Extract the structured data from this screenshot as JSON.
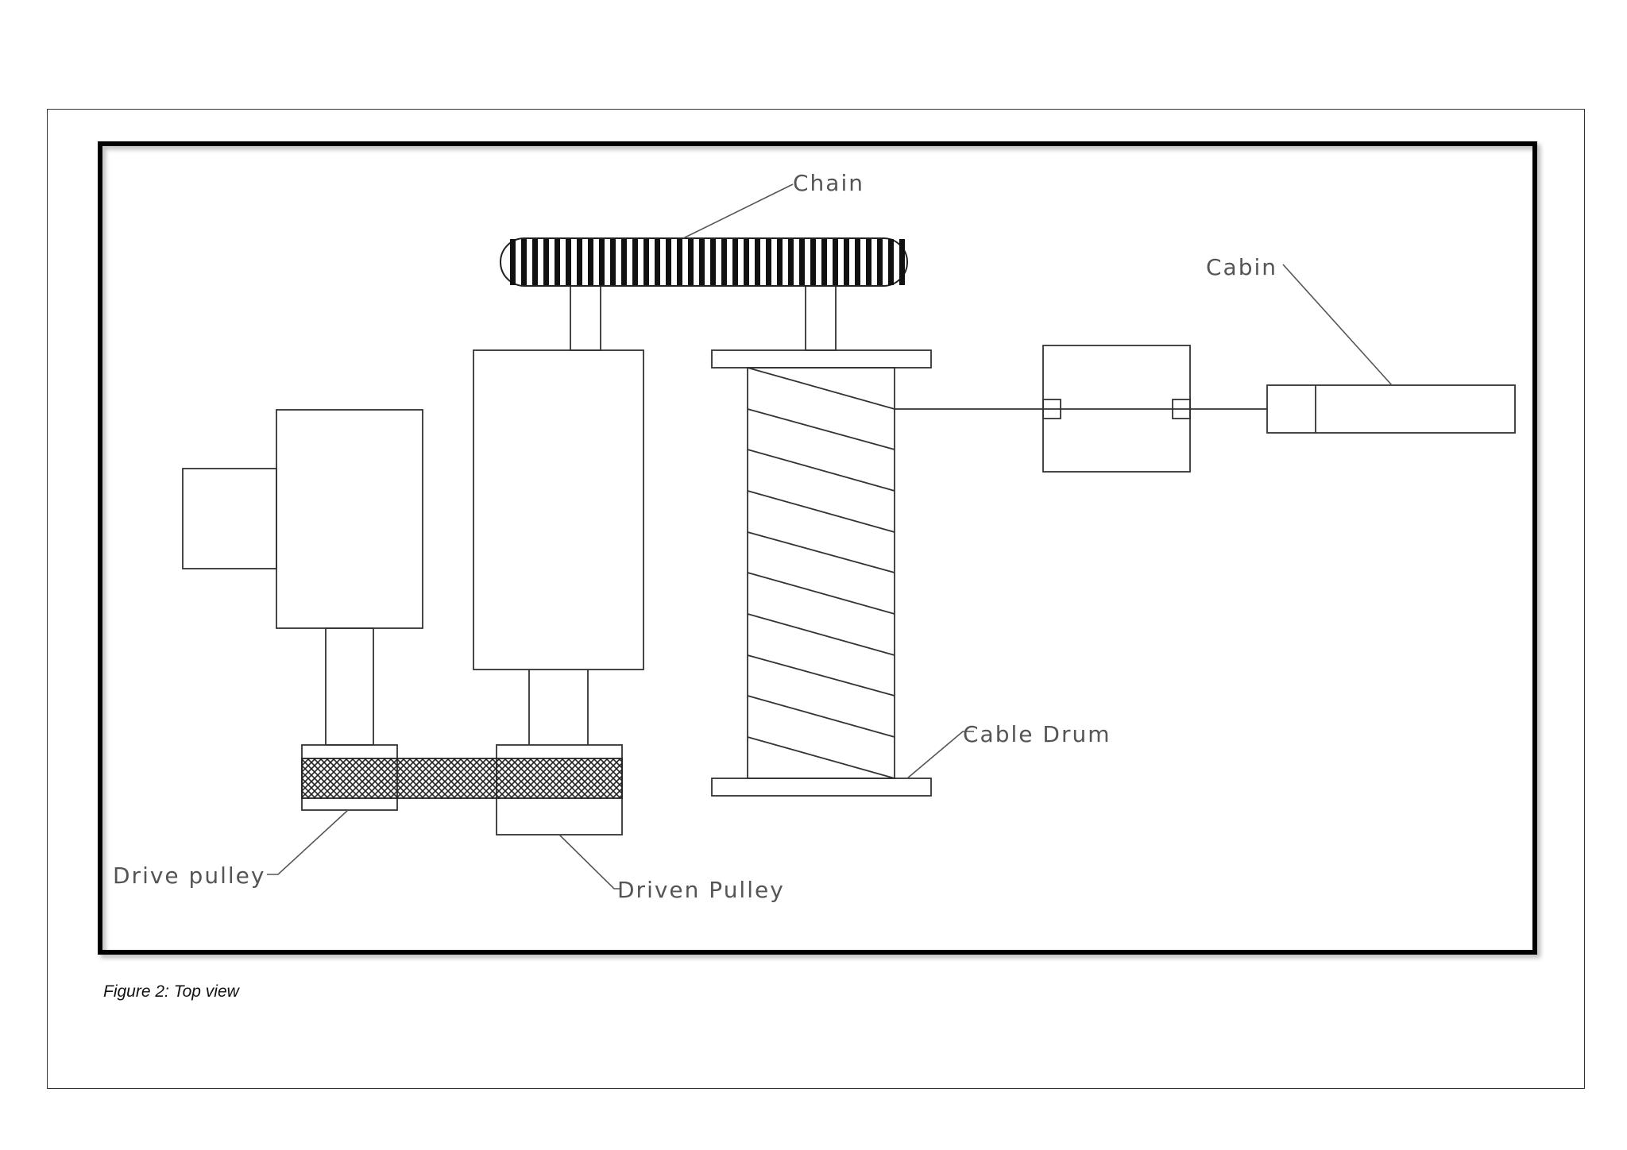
{
  "diagram": {
    "labels": {
      "chain": "Chain",
      "cabin": "Cabin",
      "cable_drum": "Cable Drum",
      "drive_pulley": "Drive pulley",
      "driven_pulley": "Driven Pulley"
    }
  },
  "caption": "Figure 2: Top view",
  "colors": {
    "stroke": "#333333",
    "frame": "#000000",
    "label": "#555555"
  }
}
